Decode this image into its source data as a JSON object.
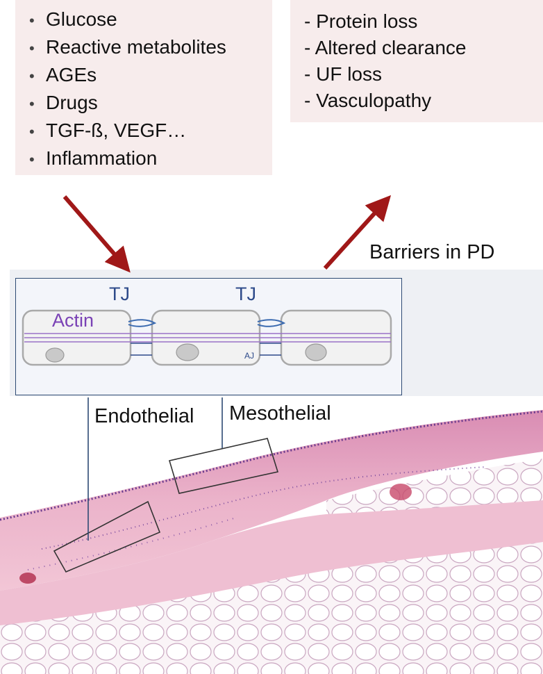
{
  "inputs": [
    "Glucose",
    "Reactive metabolites",
    "AGEs",
    "Drugs",
    "TGF-ß, VEGF…",
    "Inflammation"
  ],
  "outputs": [
    "Protein loss",
    "Altered clearance",
    "UF loss",
    "Vasculopathy"
  ],
  "title": "Barriers in PD",
  "cell_diagram": {
    "tj_labels": [
      "TJ",
      "TJ"
    ],
    "actin_label": "Actin",
    "aj_label": "AJ"
  },
  "tissue_labels": {
    "endothelial": "Endothelial",
    "mesothelial": "Mesothelial"
  },
  "colors": {
    "box_bg": "#f7ecec",
    "arrow": "#a01818",
    "panel_border": "#2d4a73",
    "actin": "#7a42b5",
    "tissue_pink": "#e8a8c2",
    "nuclei": "#5a3a8c"
  }
}
